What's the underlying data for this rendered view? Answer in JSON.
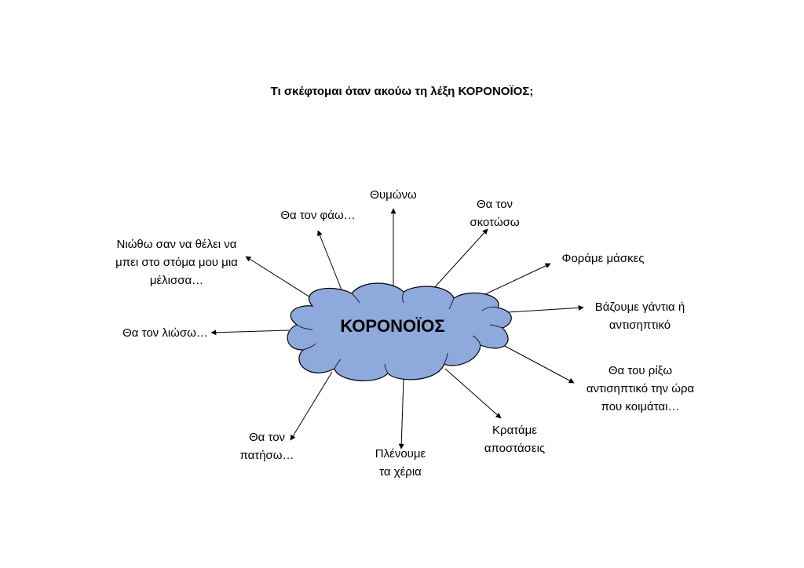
{
  "title": "Τι σκέφτομαι όταν ακούω τη λέξη ΚΟΡΟΝΟΪΟΣ;",
  "center": "ΚΟΡΟΝΟΪΟΣ",
  "colors": {
    "cloud_fill": "#8EA9DB",
    "cloud_stroke": "#000000",
    "arrow": "#000000"
  },
  "nodes": [
    {
      "lines": [
        "Νιώθω σαν να θέλει να",
        "μπει στο στόμα μου μια",
        "μέλισσα…"
      ]
    },
    {
      "lines": [
        "Θα τον φάω…"
      ]
    },
    {
      "lines": [
        "Θυμώνω"
      ]
    },
    {
      "lines": [
        "Θα τον",
        "σκοτώσω"
      ]
    },
    {
      "lines": [
        "Φοράμε μάσκες"
      ]
    },
    {
      "lines": [
        "Βάζουμε γάντια ή",
        "αντισηπτικό"
      ]
    },
    {
      "lines": [
        "Θα του ρίξω",
        "αντισηπτικό την ώρα",
        "που κοιμάται…"
      ]
    },
    {
      "lines": [
        "Κρατάμε",
        "αποστάσεις"
      ]
    },
    {
      "lines": [
        "Πλένουμε",
        "τα χέρια"
      ]
    },
    {
      "lines": [
        "Θα τον",
        "πατήσω…"
      ]
    },
    {
      "lines": [
        "Θα τον λιώσω…"
      ]
    }
  ]
}
